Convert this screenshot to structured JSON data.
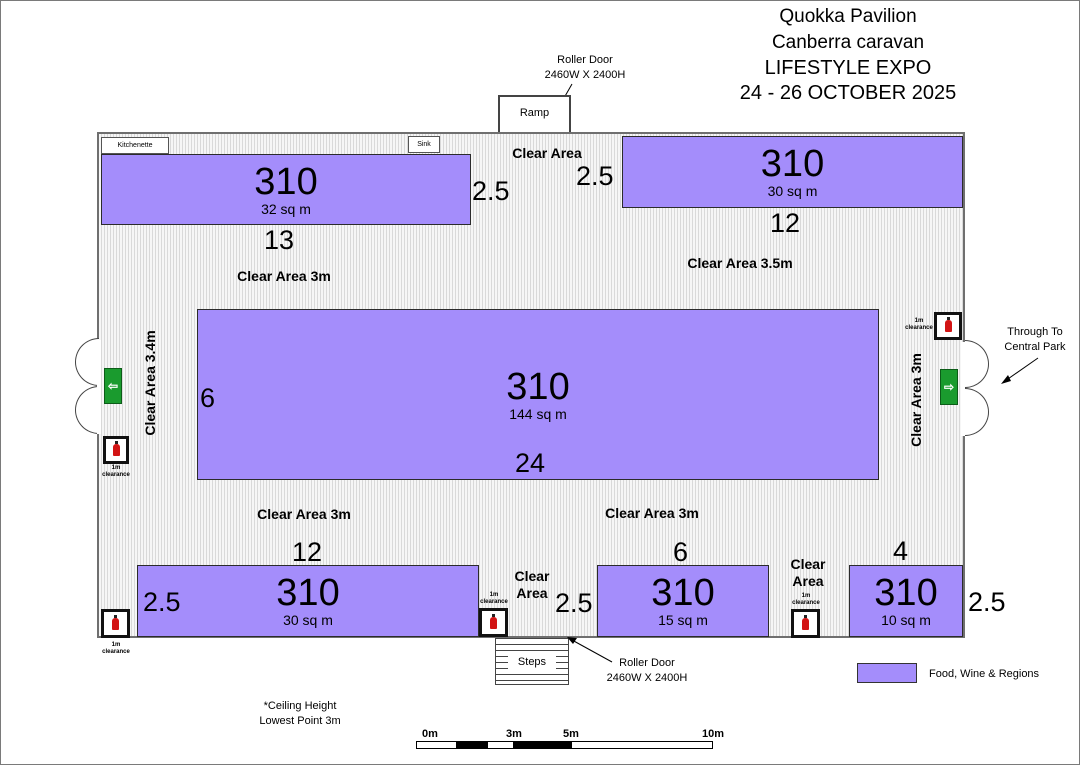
{
  "header": {
    "venue": "Quokka Pavilion",
    "event_line1": "Canberra caravan",
    "event_line2": "LIFESTYLE EXPO",
    "dates": "24 - 26 OCTOBER 2025"
  },
  "doors": {
    "top_roller_line1": "Roller Door",
    "top_roller_line2": "2460W X 2400H",
    "bottom_roller_line1": "Roller Door",
    "bottom_roller_line2": "2460W X 2400H",
    "ramp": "Ramp",
    "steps": "Steps",
    "through_line1": "Through To",
    "through_line2": "Central Park"
  },
  "fixtures": {
    "kitchenette": "Kitchenette",
    "sink": "Sink"
  },
  "stands": [
    {
      "number": "310",
      "area": "32 sq m"
    },
    {
      "number": "310",
      "area": "30 sq m"
    },
    {
      "number": "310",
      "area": "144 sq m"
    },
    {
      "number": "310",
      "area": "30 sq m"
    },
    {
      "number": "310",
      "area": "15 sq m"
    },
    {
      "number": "310",
      "area": "10 sq m"
    }
  ],
  "dimensions": {
    "s1_width": "13",
    "s1_depth": "2.5",
    "s2_width": "12",
    "s2_depth": "2.5",
    "s3_width": "24",
    "s3_depth": "6",
    "s4_width": "12",
    "s4_depth": "2.5",
    "s5_width": "6",
    "s5_depth": "2.5",
    "s6_width": "4",
    "s6_depth": "2.5"
  },
  "clear_areas": {
    "top_center": "Clear Area",
    "upper_left": "Clear Area 3m",
    "upper_right": "Clear Area 3.5m",
    "left_vertical": "Clear Area 3.4m",
    "right_vertical": "Clear Area 3m",
    "lower_left": "Clear Area 3m",
    "lower_right": "Clear Area 3m",
    "bottom_mid1_line1": "Clear",
    "bottom_mid1_line2": "Area",
    "bottom_mid2_line1": "Clear",
    "bottom_mid2_line2": "Area"
  },
  "safety": {
    "clearance_line1": "1m",
    "clearance_line2": "clearance"
  },
  "notes": {
    "ceiling_line1": "*Ceiling Height",
    "ceiling_line2": "Lowest Point 3m"
  },
  "legend": {
    "label": "Food, Wine & Regions",
    "color": "#a48dfb"
  },
  "scale": {
    "labels": [
      "0m",
      "3m",
      "5m",
      "10m"
    ]
  }
}
